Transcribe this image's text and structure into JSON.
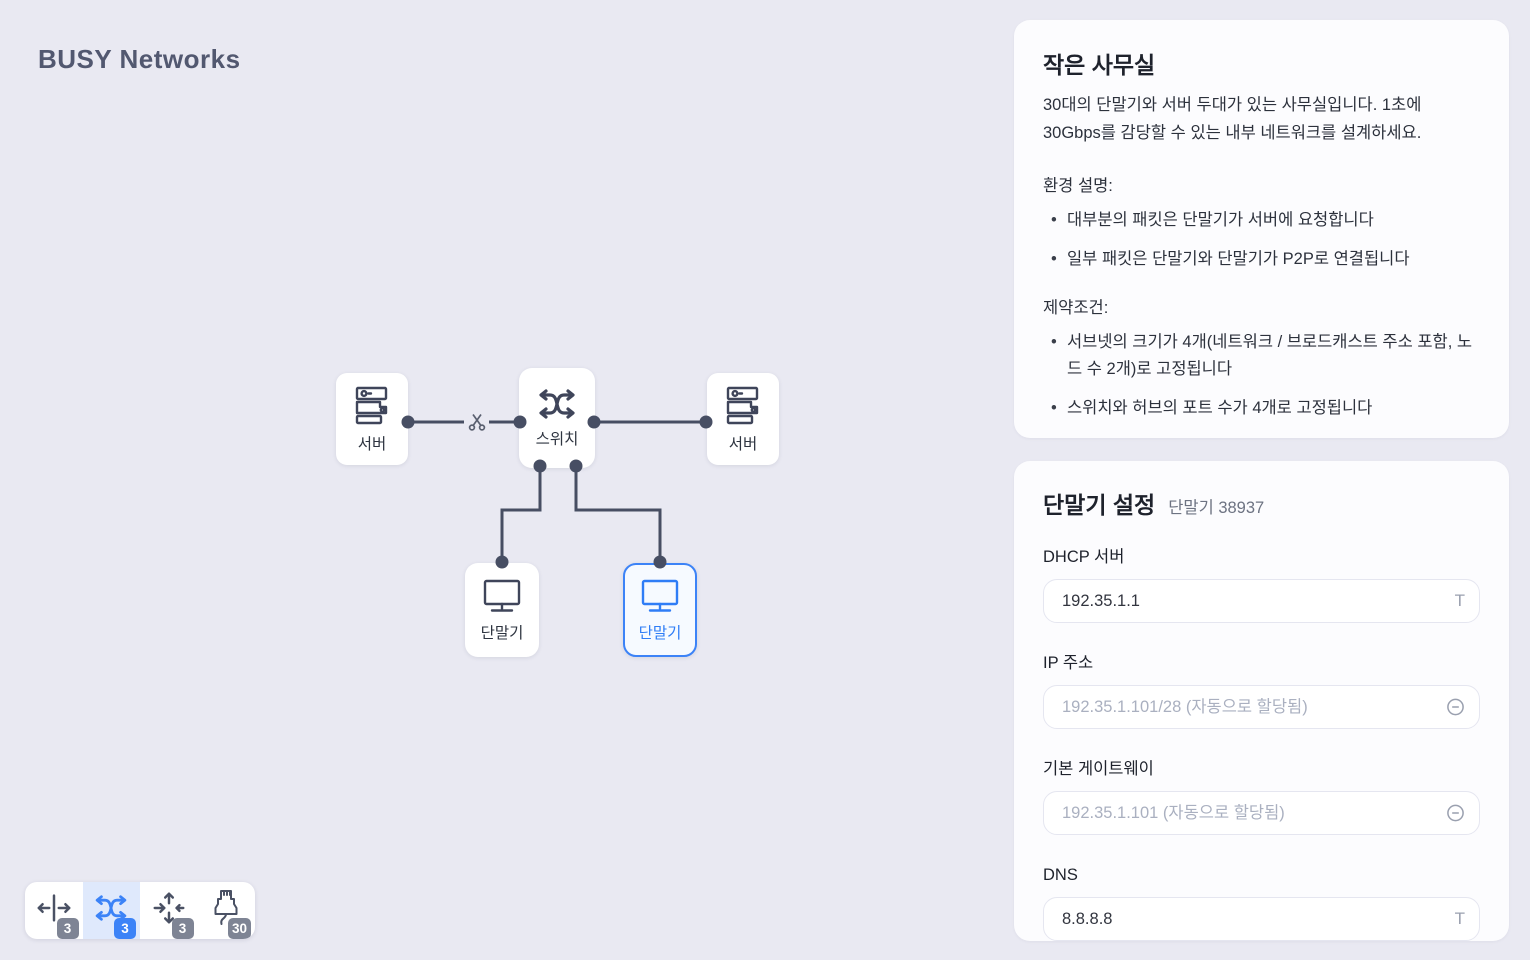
{
  "app": {
    "title": "BUSY Networks"
  },
  "canvas": {
    "nodes": [
      {
        "id": "server-left",
        "type": "server",
        "label": "서버",
        "selected": false
      },
      {
        "id": "switch",
        "type": "switch",
        "label": "스위치",
        "selected": false
      },
      {
        "id": "server-right",
        "type": "server",
        "label": "서버",
        "selected": false
      },
      {
        "id": "terminal-1",
        "type": "terminal",
        "label": "단말기",
        "selected": false
      },
      {
        "id": "terminal-2",
        "type": "terminal",
        "label": "단말기",
        "selected": true
      }
    ]
  },
  "toolbar": {
    "items": [
      {
        "name": "hub-tool",
        "count": "3",
        "selected": false
      },
      {
        "name": "switch-tool",
        "count": "3",
        "selected": true
      },
      {
        "name": "router-tool",
        "count": "3",
        "selected": false
      },
      {
        "name": "cable-tool",
        "count": "30",
        "selected": false
      }
    ]
  },
  "mission": {
    "title": "작은 사무실",
    "description": "30대의 단말기와 서버 두대가 있는 사무실입니다. 1초에 30Gbps를 감당할 수 있는 내부 네트워크를 설계하세요.",
    "env_heading": "환경 설명:",
    "env_items": [
      "대부분의 패킷은 단말기가 서버에 요청합니다",
      "일부 패킷은 단말기와 단말기가 P2P로 연결됩니다"
    ],
    "constraints_heading": "제약조건:",
    "constraint_items": [
      "서브넷의 크기가 4개(네트워크 / 브로드캐스트 주소 포함, 노드 수 2개)로 고정됩니다",
      "스위치와 허브의 포트 수가 4개로 고정됩니다"
    ]
  },
  "settings": {
    "title": "단말기 설정",
    "subtitle": "단말기 38937",
    "fields": [
      {
        "label": "DHCP 서버",
        "value": "192.35.1.1",
        "placeholder": "",
        "icon": "text-mode-icon"
      },
      {
        "label": "IP 주소",
        "value": "",
        "placeholder": "192.35.1.101/28 (자동으로 할당됨)",
        "icon": "auto-assign-icon"
      },
      {
        "label": "기본 게이트웨이",
        "value": "",
        "placeholder": "192.35.1.101 (자동으로 할당됨)",
        "icon": "auto-assign-icon"
      },
      {
        "label": "DNS",
        "value": "8.8.8.8",
        "placeholder": "",
        "icon": "text-mode-icon"
      }
    ]
  },
  "colors": {
    "accent_blue": "#3c83f7",
    "slate": "#474e63",
    "background": "#e9e9f2",
    "badge_gray": "#7e8494"
  }
}
